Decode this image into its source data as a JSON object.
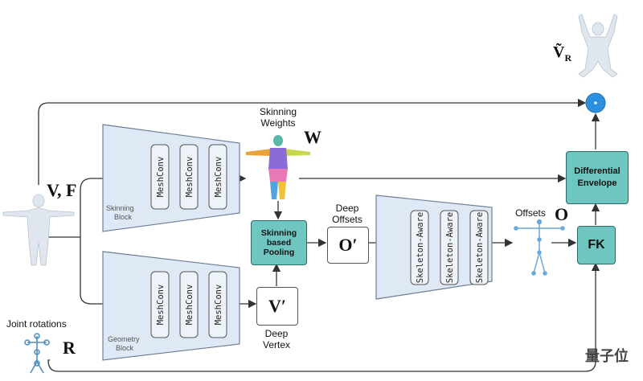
{
  "inputs": {
    "mesh_symbol": "V, F",
    "rotations_label": "Joint rotations",
    "rotations_symbol": "R"
  },
  "blocks": {
    "skinning_block_caption": "Skinning\nBlock",
    "geometry_block_caption": "Geometry\nBlock",
    "meshconv_label": "MeshConv",
    "skeleton_aware_label": "Skeleton-Aware"
  },
  "skinning_weights": {
    "label": "Skinning\nWeights",
    "symbol": "W"
  },
  "pooling": {
    "label": "Skinning\nbased\nPooling"
  },
  "deep_offsets": {
    "label": "Deep\nOffsets",
    "symbol": "O′"
  },
  "deep_vertex": {
    "label": "Deep\nVertex",
    "symbol": "V′"
  },
  "offsets": {
    "label": "Offsets",
    "symbol": "O"
  },
  "fk": {
    "label": "FK"
  },
  "envelope": {
    "label": "Differential\nEnvelope"
  },
  "output": {
    "symbol": "Ṽ",
    "subscript": "R"
  },
  "watermark": "量子位",
  "colors": {
    "block_fill": "#dfe9f6",
    "block_stroke": "#6d7f95",
    "teal": "#6fc5c0",
    "output_dot": "#2d8fe0"
  }
}
